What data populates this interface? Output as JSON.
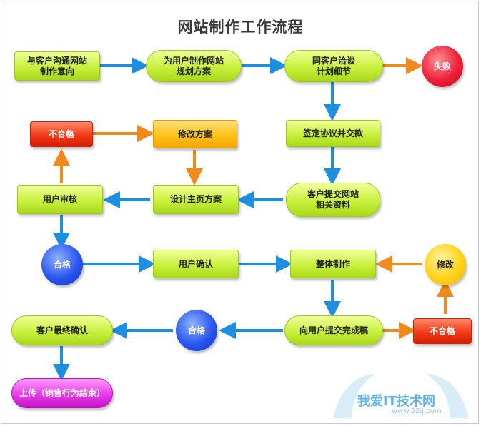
{
  "title": "网站制作工作流程",
  "nodes": {
    "n1": "与客户沟通网站\n制作意向",
    "n2": "为用户制作网站\n规划方案",
    "n3": "同客户洽谈\n计划细节",
    "fail": "失败",
    "sign": "签定协议并交款",
    "submit": "客户提交网站\n相关资料",
    "design": "设计主页方案",
    "review": "用户审核",
    "reject1": "不合格",
    "modify_plan": "修改方案",
    "pass1": "合格",
    "confirm": "用户确认",
    "overall": "整体制作",
    "modify": "修改",
    "submit_draft": "向用户提交完成稿",
    "reject2": "不合格",
    "pass2": "合格",
    "final": "客户最终确认",
    "upload": "上传（销售行为结束）"
  },
  "watermark": {
    "text": "我爱IT技术网",
    "url": "www.52ij.com"
  },
  "colors": {
    "blue_arrow": "#1e8fe0",
    "orange_arrow": "#f08a1c"
  }
}
